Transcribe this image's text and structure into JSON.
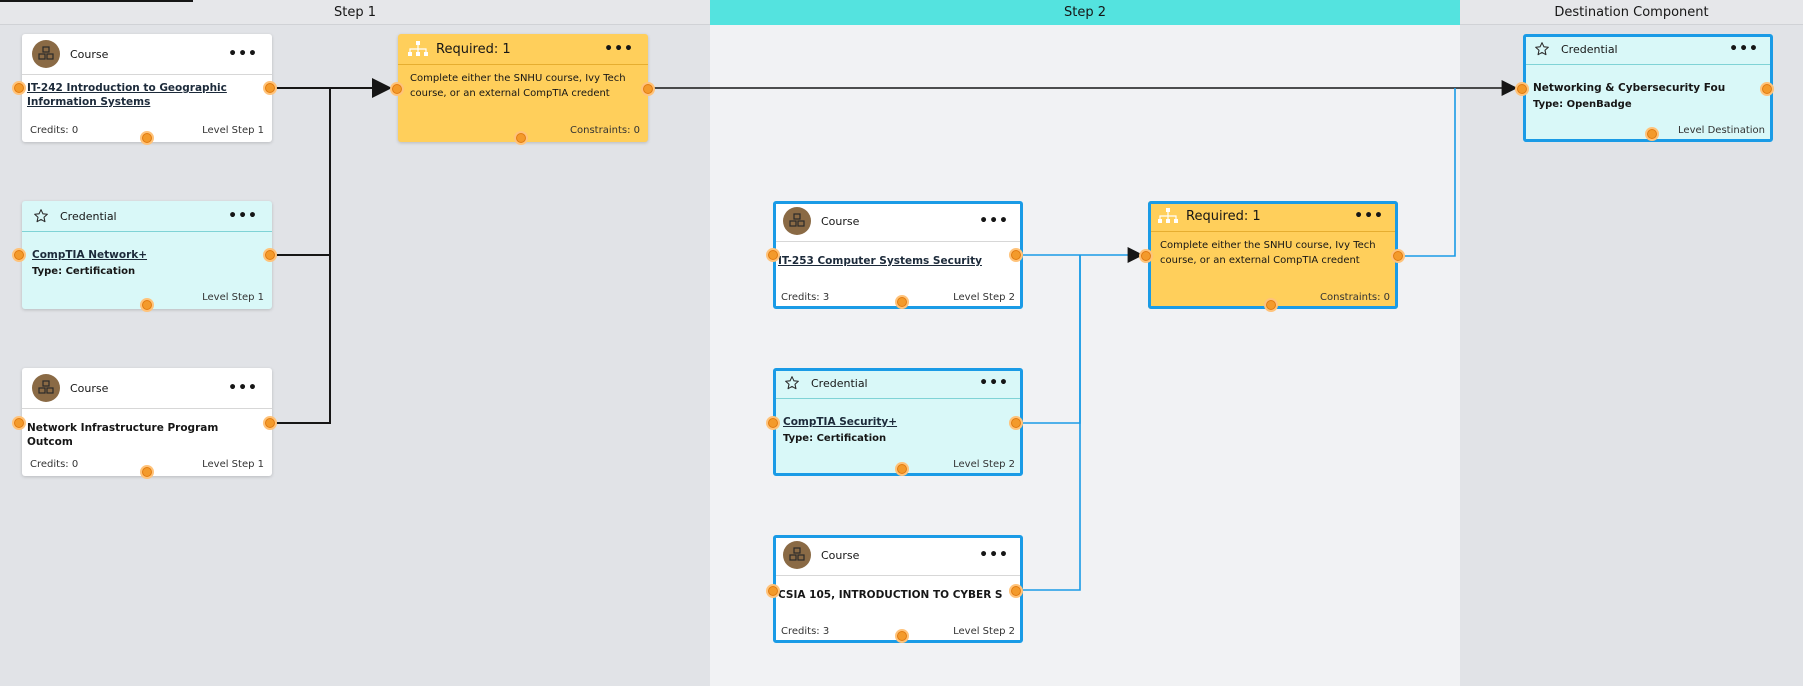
{
  "lanes": {
    "step1": "Step 1",
    "step2": "Step 2",
    "destination": "Destination Component"
  },
  "nodes": {
    "n1": {
      "type": "Course",
      "title": "IT-242 Introduction to Geographic Information Systems",
      "credits": "Credits: 0",
      "level": "Level Step 1"
    },
    "n2": {
      "type": "Credential",
      "title": "CompTIA Network+",
      "subtitle": "Type: Certification",
      "level": "Level Step 1"
    },
    "n3": {
      "type": "Course",
      "title": "Network Infrastructure Program Outcom",
      "credits": "Credits: 0",
      "level": "Level Step 1"
    },
    "r1": {
      "type": "Required: 1",
      "desc": "Complete either the SNHU course, Ivy Tech course, or an external CompTIA credent",
      "constraints": "Constraints: 0"
    },
    "n4": {
      "type": "Course",
      "title": "IT-253 Computer Systems Security",
      "credits": "Credits: 3",
      "level": "Level Step 2"
    },
    "n5": {
      "type": "Credential",
      "title": "CompTIA Security+",
      "subtitle": "Type: Certification",
      "level": "Level Step 2"
    },
    "n6": {
      "type": "Course",
      "title": "CSIA 105, INTRODUCTION TO CYBER S",
      "credits": "Credits: 3",
      "level": "Level Step 2"
    },
    "r2": {
      "type": "Required: 1",
      "desc": "Complete either the SNHU course, Ivy Tech course, or an external CompTIA credent",
      "constraints": "Constraints: 0"
    },
    "dest": {
      "type": "Credential",
      "title": "Networking & Cybersecurity Fou",
      "subtitle": "Type: OpenBadge",
      "level": "Level Destination"
    }
  },
  "menu_icon": "more-horizontal-icon",
  "colors": {
    "step2_header": "#54e3df",
    "credential_bg": "#d9f8f8",
    "required_bg": "#ffcf5b",
    "port": "#f39a2b",
    "selected_outline": "#1a9be6",
    "connector_black": "#161616",
    "connector_blue": "#1a9be6"
  }
}
